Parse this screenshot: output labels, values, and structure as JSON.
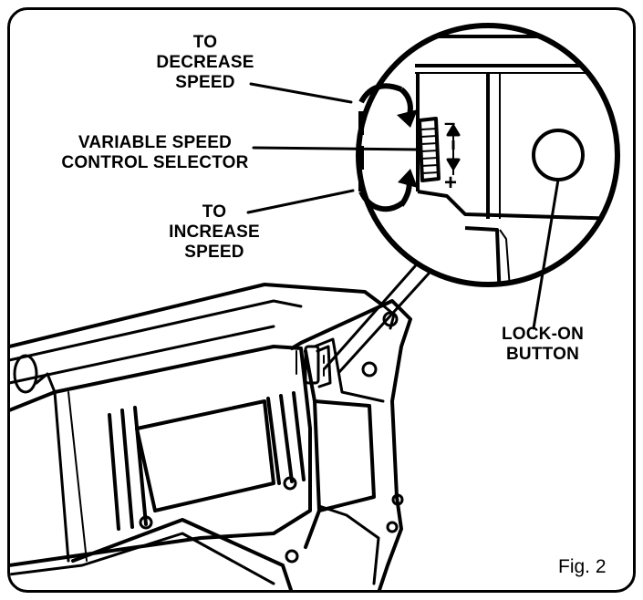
{
  "labels": {
    "decrease": "TO\nDECREASE\nSPEED",
    "selector": "VARIABLE SPEED\nCONTROL SELECTOR",
    "increase": "TO\nINCREASE\nSPEED",
    "lock_on": "LOCK-ON\nBUTTON"
  },
  "speed_marks": {
    "minus": "–",
    "plus": "+"
  },
  "figure_label": "Fig. 2"
}
